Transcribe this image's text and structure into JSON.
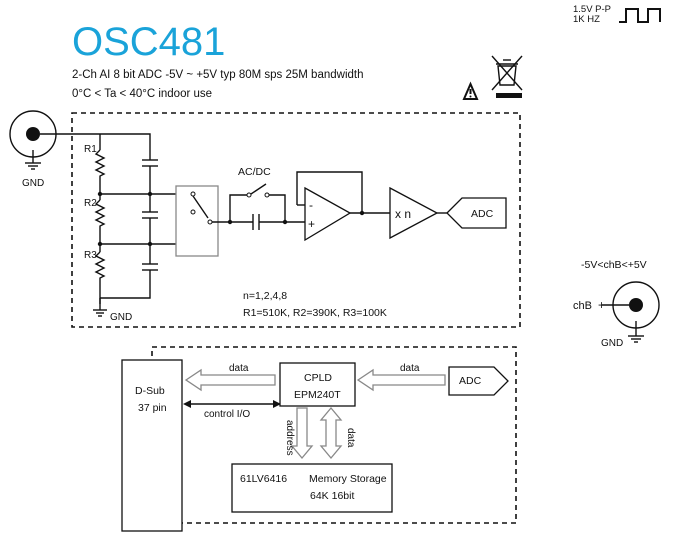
{
  "header": {
    "title": "OSC481",
    "spec_line1": "2-Ch AI  8 bit ADC  -5V ~ +5V typ  80M sps  25M bandwidth",
    "spec_line2": "0°C < Ta < 40°C  indoor use"
  },
  "calibration": {
    "line1": "1.5V P-P",
    "line2": "1K HZ"
  },
  "channel_a": {
    "gnd_label": "GND",
    "r1": "R1",
    "r2": "R2",
    "r3": "R3",
    "ladder_gnd": "GND",
    "acdc": "AC/DC",
    "opamp_minus": "-",
    "opamp_plus": "+",
    "amp_label": "x n",
    "adc_label": "ADC",
    "note1": "n=1,2,4,8",
    "note2": "R1=510K, R2=390K, R3=100K"
  },
  "channel_b": {
    "range": "-5V<chB<+5V",
    "label": "chB",
    "gnd_label": "GND"
  },
  "digital": {
    "dsub_line1": "D-Sub",
    "dsub_line2": "37 pin",
    "data_left": "data",
    "control": "control I/O",
    "cpld_line1": "CPLD",
    "cpld_line2": "EPM240T",
    "data_right": "data",
    "adc_label": "ADC",
    "address": "address",
    "data_vertical": "data",
    "mem_chip": "61LV6416",
    "mem_title": "Memory Storage",
    "mem_size": "64K 16bit"
  }
}
